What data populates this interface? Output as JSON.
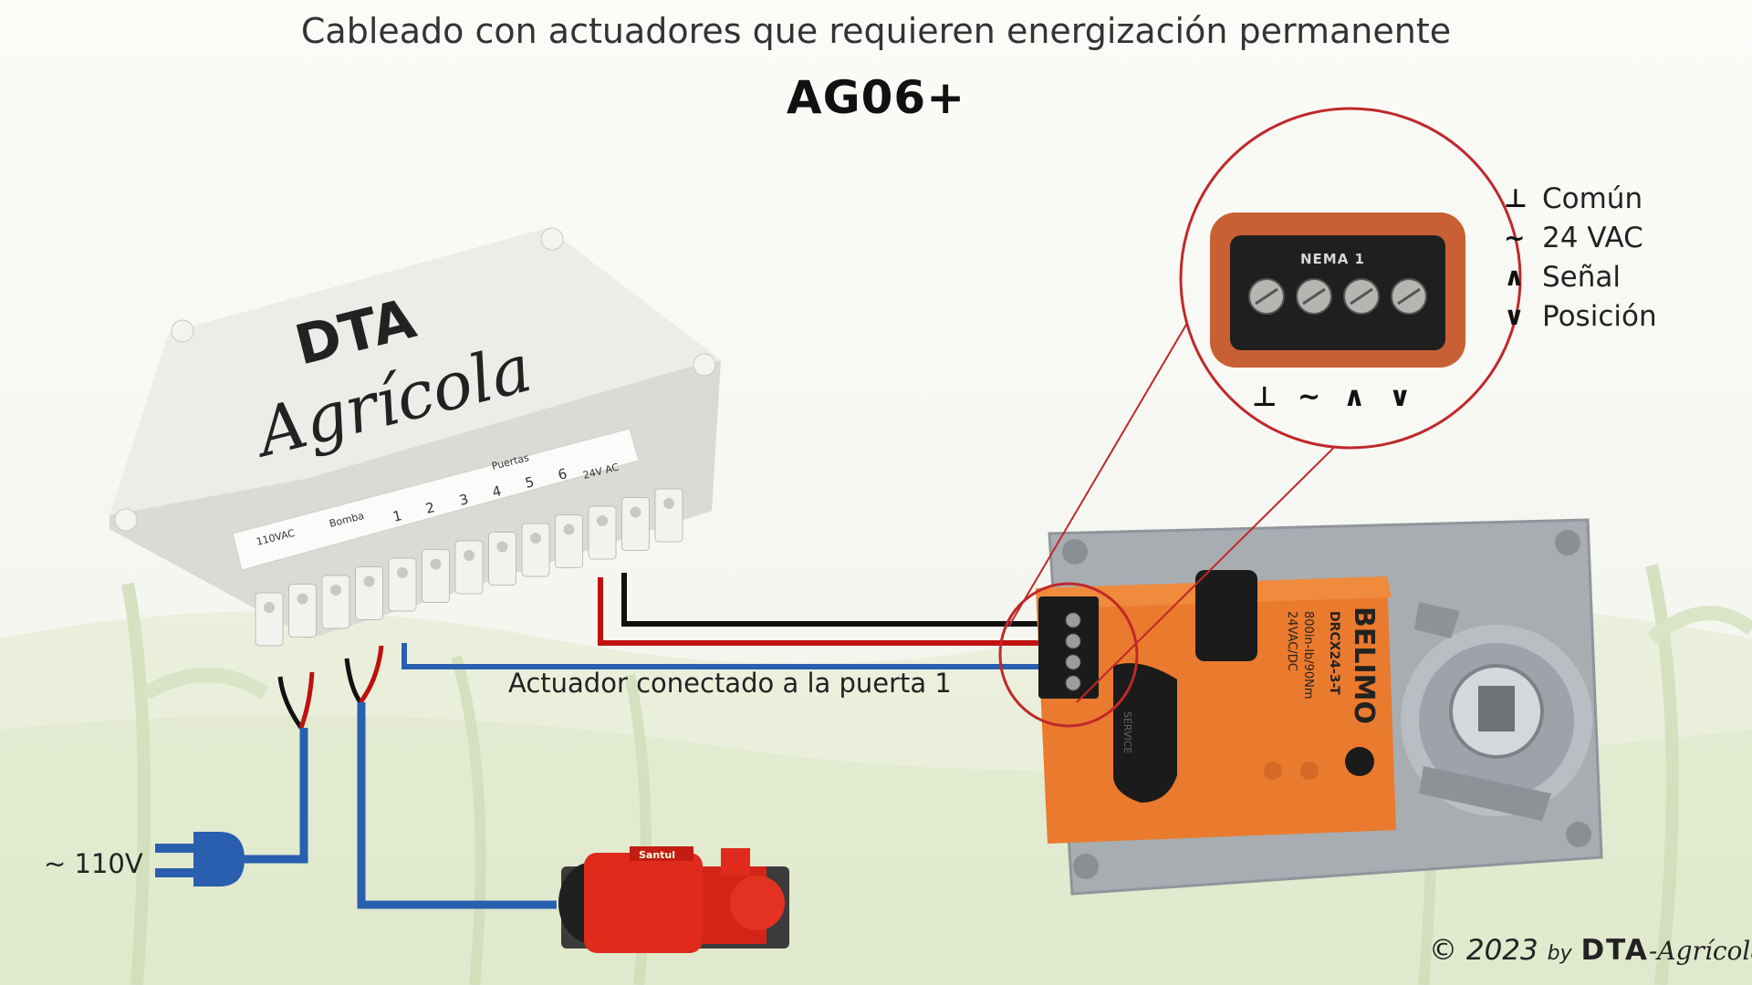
{
  "title": "Cableado con actuadores que requieren energización permanente",
  "model": "AG06+",
  "controller": {
    "brand": "DTA",
    "brand_script": "Agrícola",
    "terminals": [
      "110VAC",
      "Bomba",
      "1",
      "2",
      "3",
      "4",
      "5",
      "6",
      "24V AC"
    ],
    "puertas_label": "Puertas"
  },
  "captions": {
    "actuator_connection": "Actuador conectado a la puerta 1",
    "power": "~ 110V"
  },
  "actuator": {
    "brand": "BELIMO",
    "model": "DRCX24-3-T",
    "rating": "800in-lb/90Nm",
    "voltage": "24VAC/DC",
    "terminal_block": "NEMA 1",
    "button_label": "SERVICE",
    "pump_brand": "Santul"
  },
  "terminal_symbols": [
    "⊥",
    "~",
    "∧",
    "∨"
  ],
  "legend": [
    {
      "symbol": "⊥",
      "label": "Común"
    },
    {
      "symbol": "~",
      "label": "24 VAC"
    },
    {
      "symbol": "∧",
      "label": "Señal"
    },
    {
      "symbol": "∨",
      "label": "Posición"
    }
  ],
  "copyright": {
    "prefix": "© 2023",
    "by": "by",
    "brand": "DTA",
    "brand_sub": "-Agrícola"
  },
  "colors": {
    "wire_black": "#111111",
    "wire_red": "#c01010",
    "wire_blue": "#2a5fb0",
    "actuator_orange": "#ea7a2e",
    "pump_red": "#e02a1c",
    "callout_red": "#c0282a"
  }
}
